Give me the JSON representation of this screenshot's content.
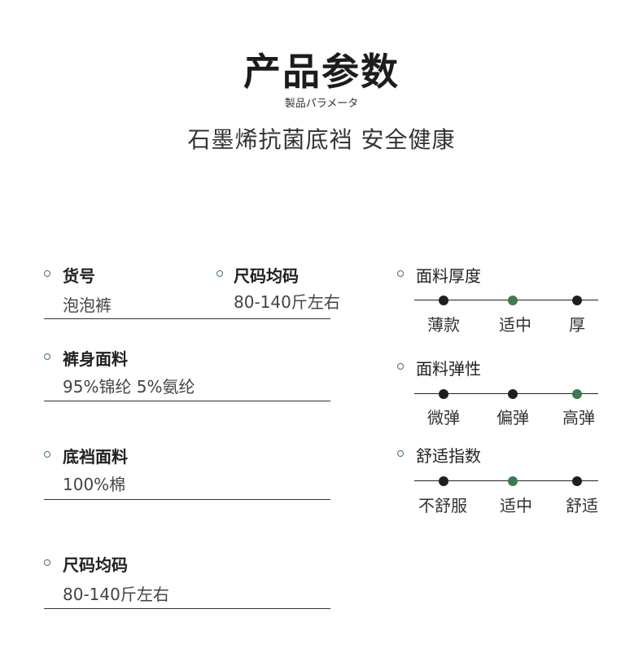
{
  "header": {
    "title": "产品参数",
    "subtitle_jp": "製品パラメータ",
    "tagline": "石墨烯抗菌底裆 安全健康"
  },
  "params": {
    "item_no": {
      "label": "货号",
      "value": "泡泡裤"
    },
    "size_top": {
      "label": "尺码均码",
      "value": "80-140斤左右"
    },
    "body_fabric": {
      "label": "裤身面料",
      "value": "95%锦纶 5%氨纶"
    },
    "crotch_fabric": {
      "label": "底裆面料",
      "value": "100%棉"
    },
    "size_bottom": {
      "label": "尺码均码",
      "value": "80-140斤左右"
    }
  },
  "scales": [
    {
      "label": "面料厚度",
      "options": [
        "薄款",
        "适中",
        "厚"
      ],
      "selected": 1
    },
    {
      "label": "面料弹性",
      "options": [
        "微弹",
        "偏弹",
        "高弹"
      ],
      "selected": 2
    },
    {
      "label": "舒适指数",
      "options": [
        "不舒服",
        "适中",
        "舒适"
      ],
      "selected": 1
    }
  ],
  "colors": {
    "accent": "#3d7a4e",
    "text": "#222222",
    "dot": "#1f1f1f"
  }
}
